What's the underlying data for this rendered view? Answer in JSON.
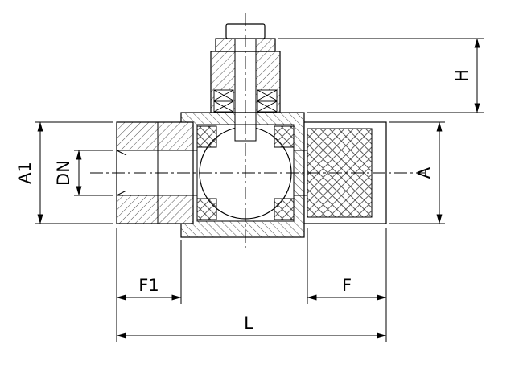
{
  "drawing": {
    "background_color": "#ffffff",
    "line_color": "#000000",
    "dimension_labels": {
      "a1": "A1",
      "dn": "DN",
      "h": "H",
      "a": "A",
      "f1": "F1",
      "f": "F",
      "l": "L"
    }
  }
}
